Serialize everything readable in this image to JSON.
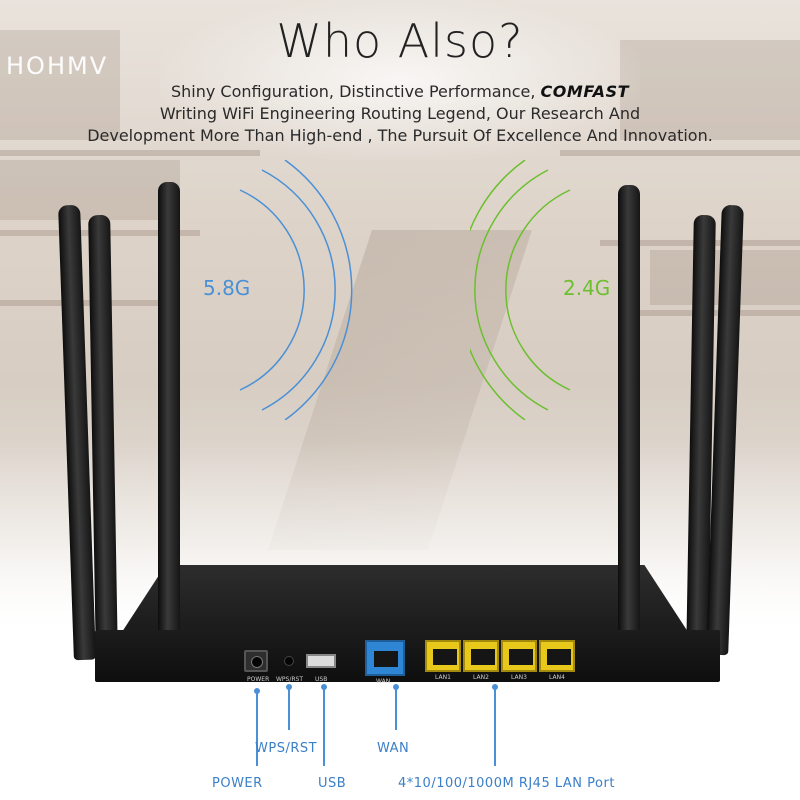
{
  "header": {
    "title": "Who Also?",
    "line1_text": "Shiny Configuration, Distinctive Performance,",
    "line1_brand": "COMFAST",
    "line2": "Writing WiFi Engineering Routing  Legend, Our Research And",
    "line3": "Development More Than High-end , The Pursuit Of Excellence And Innovation."
  },
  "background": {
    "shop_sign": "HOHMV"
  },
  "wifi": {
    "left_band": "5.8G",
    "right_band": "2.4G",
    "left_color": "#4a90d6",
    "right_color": "#6cbf2e"
  },
  "router": {
    "port_labels": {
      "power": "POWER",
      "wps": "WPS/RST",
      "usb": "USB",
      "wan": "WAN",
      "lan1": "LAN1",
      "lan2": "LAN2",
      "lan3": "LAN3",
      "lan4": "LAN4"
    },
    "wan_color": "#2f86d4",
    "lan_color": "#e9c81c"
  },
  "callouts": {
    "wps": "WPS/RST",
    "wan": "WAN",
    "power": "POWER",
    "usb": "USB",
    "lan": "4*10/100/1000M RJ45 LAN Port",
    "color": "#3b7fc8"
  }
}
